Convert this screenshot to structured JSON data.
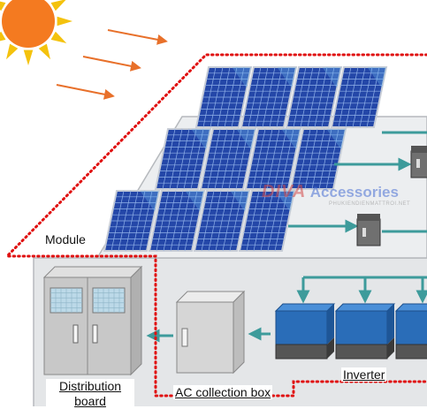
{
  "labels": {
    "module": "Module",
    "distribution_line1": "Distribution",
    "distribution_line2": "board",
    "ac_collection_box": "AC collection box",
    "inverter": "Inverter"
  },
  "watermark": {
    "brand": "DIVA",
    "word": "Accessories",
    "sub": "PHUKIENDIENMATTROI.NET"
  },
  "colors": {
    "sun": "#f47a20",
    "sun_rays": "#f4c20d",
    "sunlight_arrows": "#e8702a",
    "panel": "#2447a8",
    "panel_grid": "#8fb0e8",
    "panel_frame": "#c8cdd6",
    "roof": "#eceef0",
    "building": "#e4e6e8",
    "boundary_dots": "#e01010",
    "flow_arrows": "#3d9b9b",
    "inverter_top": "#2a6db8",
    "inverter_base": "#555555",
    "cabinet": "#d8d8d8"
  },
  "icons": [
    "sun-icon",
    "sunlight-arrow-icon",
    "solar-panel-icon",
    "junction-box-icon",
    "inverter-icon",
    "ac-collection-cabinet-icon",
    "distribution-board-icon"
  ]
}
